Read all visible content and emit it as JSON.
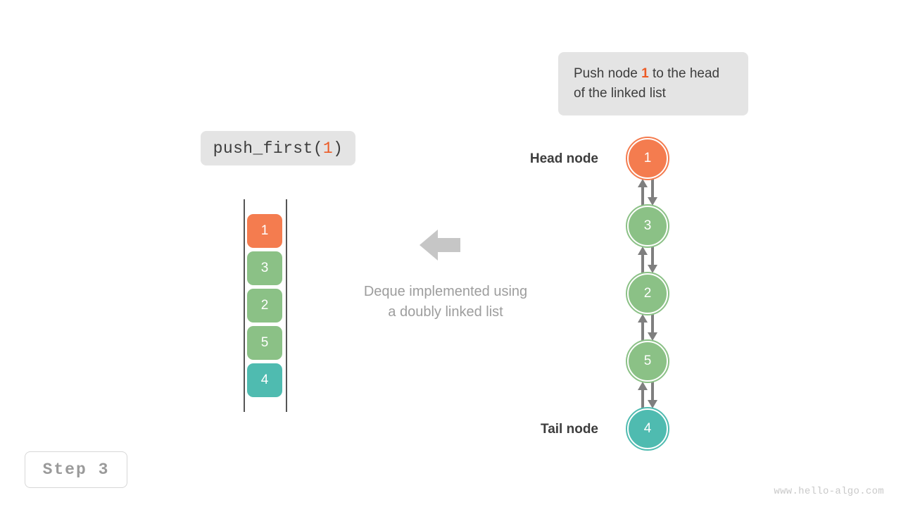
{
  "callout": {
    "text_before": "Push node ",
    "highlight": "1",
    "text_after": " to the head of the linked list"
  },
  "operation": {
    "prefix": "push_first(",
    "argument": "1",
    "suffix": ")"
  },
  "step_badge": {
    "label": "Step 3"
  },
  "watermark": {
    "text": "www.hello-algo.com"
  },
  "center": {
    "arrow_icon": "arrow-left-icon",
    "caption_line1": "Deque implemented using",
    "caption_line2": "a doubly linked list"
  },
  "deque": {
    "blocks": [
      {
        "value": "1",
        "color": "#f47c4f"
      },
      {
        "value": "3",
        "color": "#8bc186"
      },
      {
        "value": "2",
        "color": "#8bc186"
      },
      {
        "value": "5",
        "color": "#8bc186"
      },
      {
        "value": "4",
        "color": "#4fbbb0"
      }
    ]
  },
  "linked_list": {
    "head_label": "Head node",
    "tail_label": "Tail node",
    "nodes": [
      {
        "value": "1",
        "color": "#f47c4f",
        "ring": "orange"
      },
      {
        "value": "3",
        "color": "#8bc186",
        "ring": "green"
      },
      {
        "value": "2",
        "color": "#8bc186",
        "ring": "green"
      },
      {
        "value": "5",
        "color": "#8bc186",
        "ring": "green"
      },
      {
        "value": "4",
        "color": "#4fbbb0",
        "ring": "teal"
      }
    ],
    "link_arrow_color": "#7f7f7f"
  },
  "colors": {
    "orange": "#f47c4f",
    "green": "#8bc186",
    "teal": "#4fbbb0",
    "box_gray": "#e4e4e4",
    "text_dark": "#3d3d3d",
    "text_muted": "#9d9d9d",
    "arrow_gray": "#c6c6c6"
  }
}
